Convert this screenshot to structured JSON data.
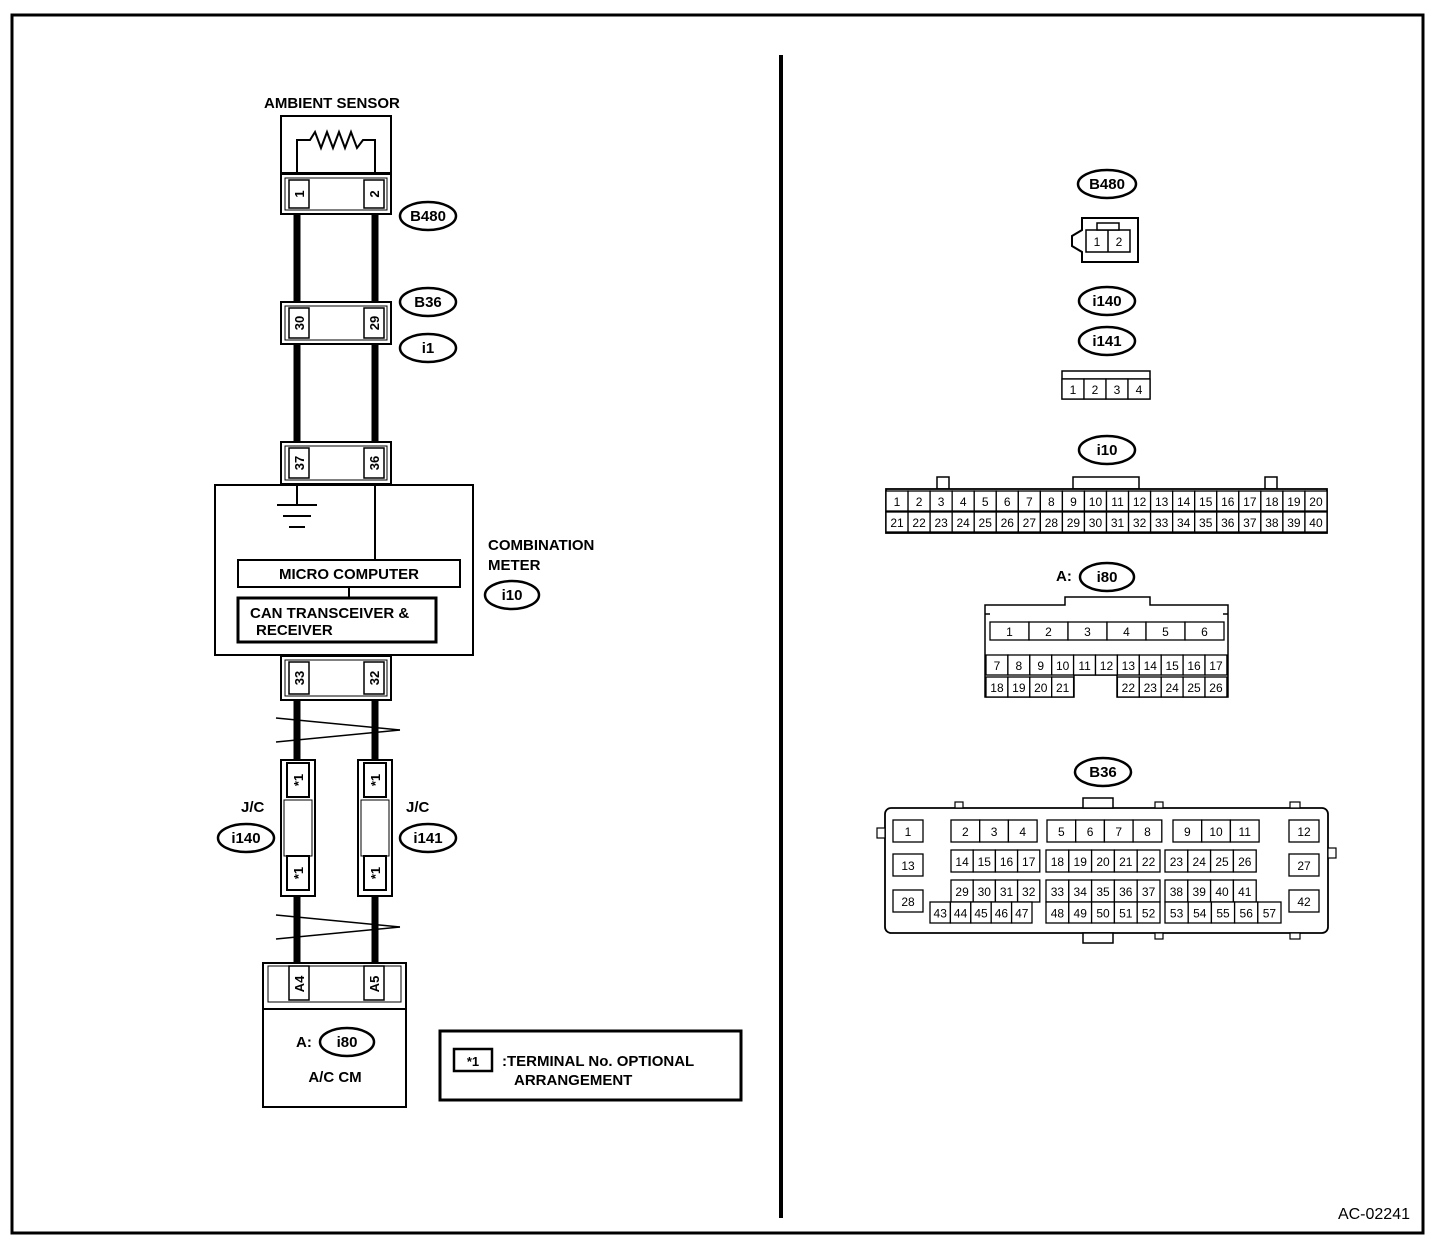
{
  "drawing_id": "AC-02241",
  "left": {
    "ambient_sensor_label": "AMBIENT SENSOR",
    "b480_pins": [
      "1",
      "2"
    ],
    "b36_i1_pins": [
      "30",
      "29"
    ],
    "meter_top_pins": [
      "37",
      "36"
    ],
    "meter_bottom_pins": [
      "33",
      "32"
    ],
    "jc_pin": "*1",
    "acm_pins": [
      "A4",
      "A5"
    ],
    "micro_computer": "MICRO COMPUTER",
    "can_line1": "CAN TRANSCEIVER &",
    "can_line2": "RECEIVER",
    "combination_meter_line1": "COMBINATION",
    "combination_meter_line2": "METER",
    "jc_label": "J/C",
    "a_prefix": "A:",
    "ac_cm": "A/C CM",
    "legend_symbol": "*1",
    "legend_line1": ":TERMINAL No. OPTIONAL",
    "legend_line2": "ARRANGEMENT",
    "tags": {
      "b480": "B480",
      "b36": "B36",
      "i1": "i1",
      "i10": "i10",
      "i140": "i140",
      "i141": "i141",
      "i80": "i80"
    }
  },
  "right": {
    "b480_tag": "B480",
    "b480_pins": [
      "1",
      "2"
    ],
    "i140_tag": "i140",
    "i141_tag": "i141",
    "i140_pins": [
      "1",
      "2",
      "3",
      "4"
    ],
    "i10_tag": "i10",
    "i10_row1": [
      "1",
      "2",
      "3",
      "4",
      "5",
      "6",
      "7",
      "8",
      "9",
      "10",
      "11",
      "12",
      "13",
      "14",
      "15",
      "16",
      "17",
      "18",
      "19",
      "20"
    ],
    "i10_row2": [
      "21",
      "22",
      "23",
      "24",
      "25",
      "26",
      "27",
      "28",
      "29",
      "30",
      "31",
      "32",
      "33",
      "34",
      "35",
      "36",
      "37",
      "38",
      "39",
      "40"
    ],
    "i80_prefix": "A:",
    "i80_tag": "i80",
    "i80_row1": [
      "1",
      "2",
      "3",
      "4",
      "5",
      "6"
    ],
    "i80_row2": [
      "7",
      "8",
      "9",
      "10",
      "11",
      "12",
      "13",
      "14",
      "15",
      "16",
      "17"
    ],
    "i80_row3a": [
      "18",
      "19",
      "20",
      "21"
    ],
    "i80_row3b": [
      "22",
      "23",
      "24",
      "25",
      "26"
    ],
    "b36_tag": "B36",
    "b36_r1": [
      "1",
      "2",
      "3",
      "4",
      "5",
      "6",
      "7",
      "8",
      "9",
      "10",
      "11",
      "12"
    ],
    "b36_r2": [
      "13",
      "14",
      "15",
      "16",
      "17",
      "18",
      "19",
      "20",
      "21",
      "22",
      "23",
      "24",
      "25",
      "26",
      "27"
    ],
    "b36_r3": [
      "28",
      "29",
      "30",
      "31",
      "32",
      "33",
      "34",
      "35",
      "36",
      "37",
      "38",
      "39",
      "40",
      "41",
      "42"
    ],
    "b36_r4": [
      "43",
      "44",
      "45",
      "46",
      "47",
      "48",
      "49",
      "50",
      "51",
      "52",
      "53",
      "54",
      "55",
      "56",
      "57"
    ]
  }
}
